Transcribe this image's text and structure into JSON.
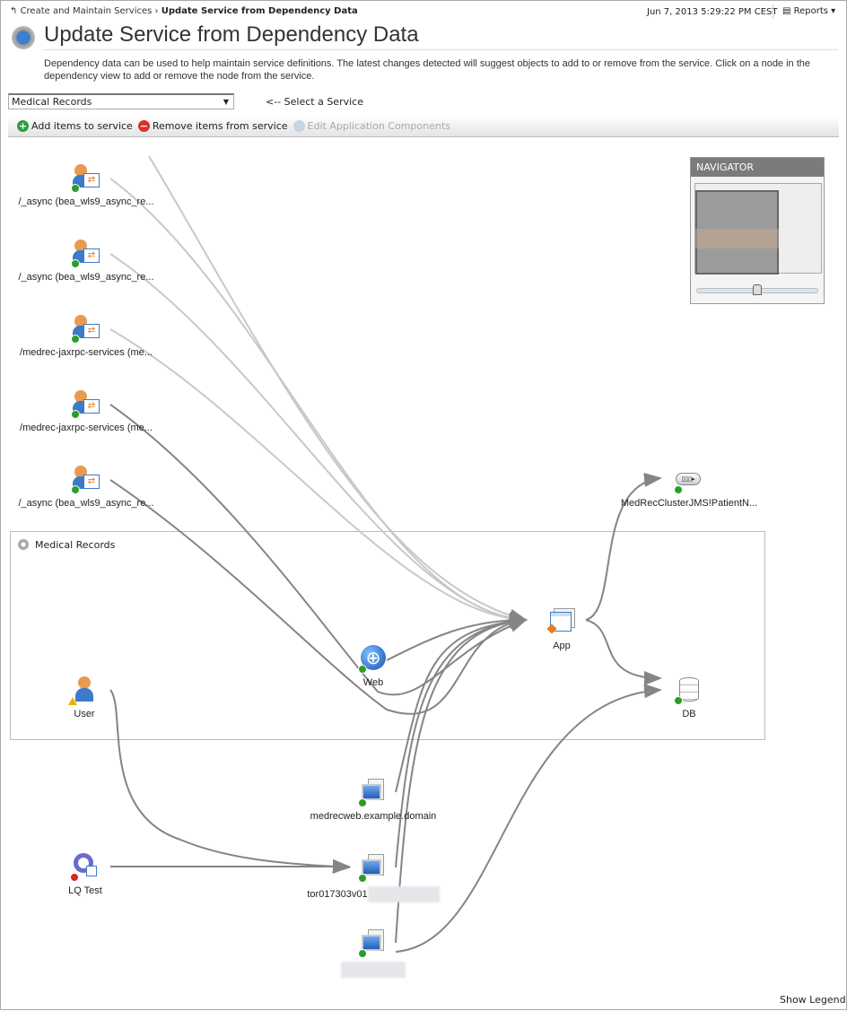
{
  "breadcrumb": {
    "parent": "Create and Maintain Services",
    "current": "Update Service from Dependency Data"
  },
  "datetime": "Jun 7, 2013 5:29:22 PM CEST",
  "reports_label": "Reports",
  "title": "Update Service from Dependency Data",
  "description": "Dependency data can be used to help maintain service definitions. The latest changes detected will suggest objects to add to or remove from the service. Click on a node in the dependency view to add or remove the node from the service.",
  "service_select": {
    "value": "Medical Records",
    "hint": "<-- Select a Service"
  },
  "toolbar": {
    "add": "Add items to service",
    "remove": "Remove items from service",
    "edit": "Edit Application Components"
  },
  "group_label": "Medical Records",
  "navigator": {
    "title": "NAVIGATOR",
    "zoom_level": 0.5
  },
  "show_legend": "Show Legend",
  "colors": {
    "ok": "#2a9d2a",
    "error": "#dd2222",
    "warn": "#e8b400",
    "edge_light": "#c8c8c8",
    "edge_dark": "#858585"
  },
  "nodes": [
    {
      "id": "async1",
      "label": "/_async (bea_wls9_async_re...",
      "icon": "user-component-icon",
      "status": "ok"
    },
    {
      "id": "async2",
      "label": "/_async (bea_wls9_async_re...",
      "icon": "user-component-icon",
      "status": "ok"
    },
    {
      "id": "medrec1",
      "label": "/medrec-jaxrpc-services (me...",
      "icon": "user-component-icon",
      "status": "ok"
    },
    {
      "id": "medrec2",
      "label": "/medrec-jaxrpc-services (me...",
      "icon": "user-component-icon",
      "status": "ok"
    },
    {
      "id": "async3",
      "label": "/_async (bea_wls9_async_re...",
      "icon": "user-component-icon",
      "status": "ok"
    },
    {
      "id": "jms",
      "label": "MedRecClusterJMS!PatientN...",
      "icon": "queue-icon",
      "status": "ok"
    },
    {
      "id": "app",
      "label": "App",
      "icon": "application-icon",
      "status": "warn-app"
    },
    {
      "id": "web",
      "label": "Web",
      "icon": "globe-icon",
      "status": "ok"
    },
    {
      "id": "user",
      "label": "User",
      "icon": "user-icon",
      "status": "warn"
    },
    {
      "id": "db",
      "label": "DB",
      "icon": "database-icon",
      "status": "ok"
    },
    {
      "id": "medrecweb",
      "label": "medrecweb.example.domain",
      "icon": "host-icon",
      "status": "ok"
    },
    {
      "id": "tor",
      "label": "tor017303v01",
      "icon": "host-icon",
      "status": "ok",
      "redacted": true
    },
    {
      "id": "host3",
      "label": "",
      "icon": "host-icon",
      "status": "ok",
      "redacted": true
    },
    {
      "id": "lqtest",
      "label": "LQ Test",
      "icon": "synthetic-test-icon",
      "status": "error"
    }
  ]
}
